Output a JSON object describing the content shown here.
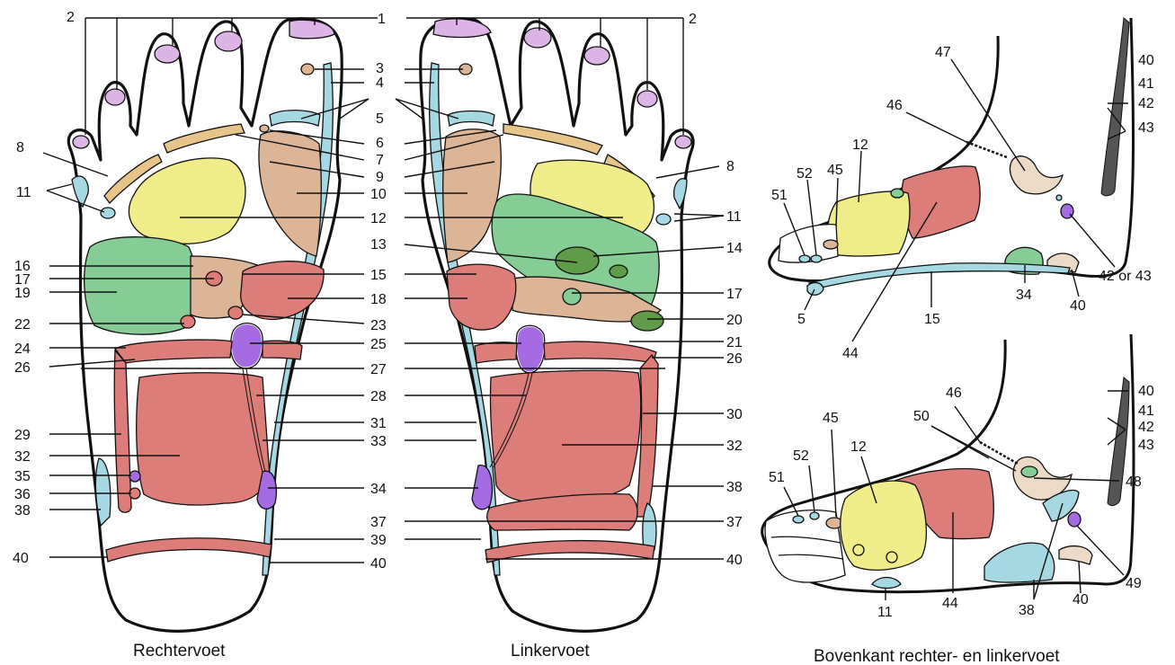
{
  "captions": {
    "right_foot": "Rechtervoet",
    "left_foot": "Linkervoet",
    "top_view": "Bovenkant rechter- en linkervoet"
  },
  "colors": {
    "pink": "#dc7d7a",
    "tan": "#dcb596",
    "yellow": "#f1ec8a",
    "green": "#86cd95",
    "dark_green": "#5f9b49",
    "light_blue": "#a6d8e3",
    "purple": "#a46be2",
    "lilac": "#ddb4e6",
    "gold": "#e7c588",
    "outline": "#111111"
  },
  "labels": {
    "l2a": "2",
    "l1": "1",
    "l2b": "2",
    "l3": "3",
    "l4": "4",
    "l5": "5",
    "l6": "6",
    "l7": "7",
    "l9": "9",
    "l10": "10",
    "l8a": "8",
    "l11a": "11",
    "l8b": "8",
    "l11b": "11",
    "l12": "12",
    "l13": "13",
    "l14": "14",
    "l15": "15",
    "l16": "16",
    "l17a": "17",
    "l19": "19",
    "l18": "18",
    "l17b": "17",
    "l22": "22",
    "l23": "23",
    "l20": "20",
    "l24": "24",
    "l25": "25",
    "l21": "21",
    "l26a": "26",
    "l27": "27",
    "l26b": "26",
    "l28": "28",
    "l29": "29",
    "l31": "31",
    "l30": "30",
    "l33": "33",
    "l32a": "32",
    "l32b": "32",
    "l35": "35",
    "l34": "34",
    "l36": "36",
    "l38a": "38",
    "l38b": "38",
    "l37": "37",
    "l37b": "37",
    "l39": "39",
    "l40a": "40",
    "l40b": "40",
    "l40c": "40",
    "t47": "47",
    "t40": "40",
    "t41": "41",
    "t42": "42",
    "t43": "43",
    "t46": "46",
    "t12": "12",
    "t45": "45",
    "t52": "52",
    "t51": "51",
    "t4243": "42 or 43",
    "t5": "5",
    "t15": "15",
    "t44": "44",
    "t34": "34",
    "t40b": "40",
    "b40": "40",
    "b41": "41",
    "b42": "42",
    "b43": "43",
    "b46": "46",
    "b50": "50",
    "b45": "45",
    "b12": "12",
    "b52": "52",
    "b51": "51",
    "b48": "48",
    "b49": "49",
    "b44": "44",
    "b11": "11",
    "b38": "38",
    "b40b": "40"
  }
}
